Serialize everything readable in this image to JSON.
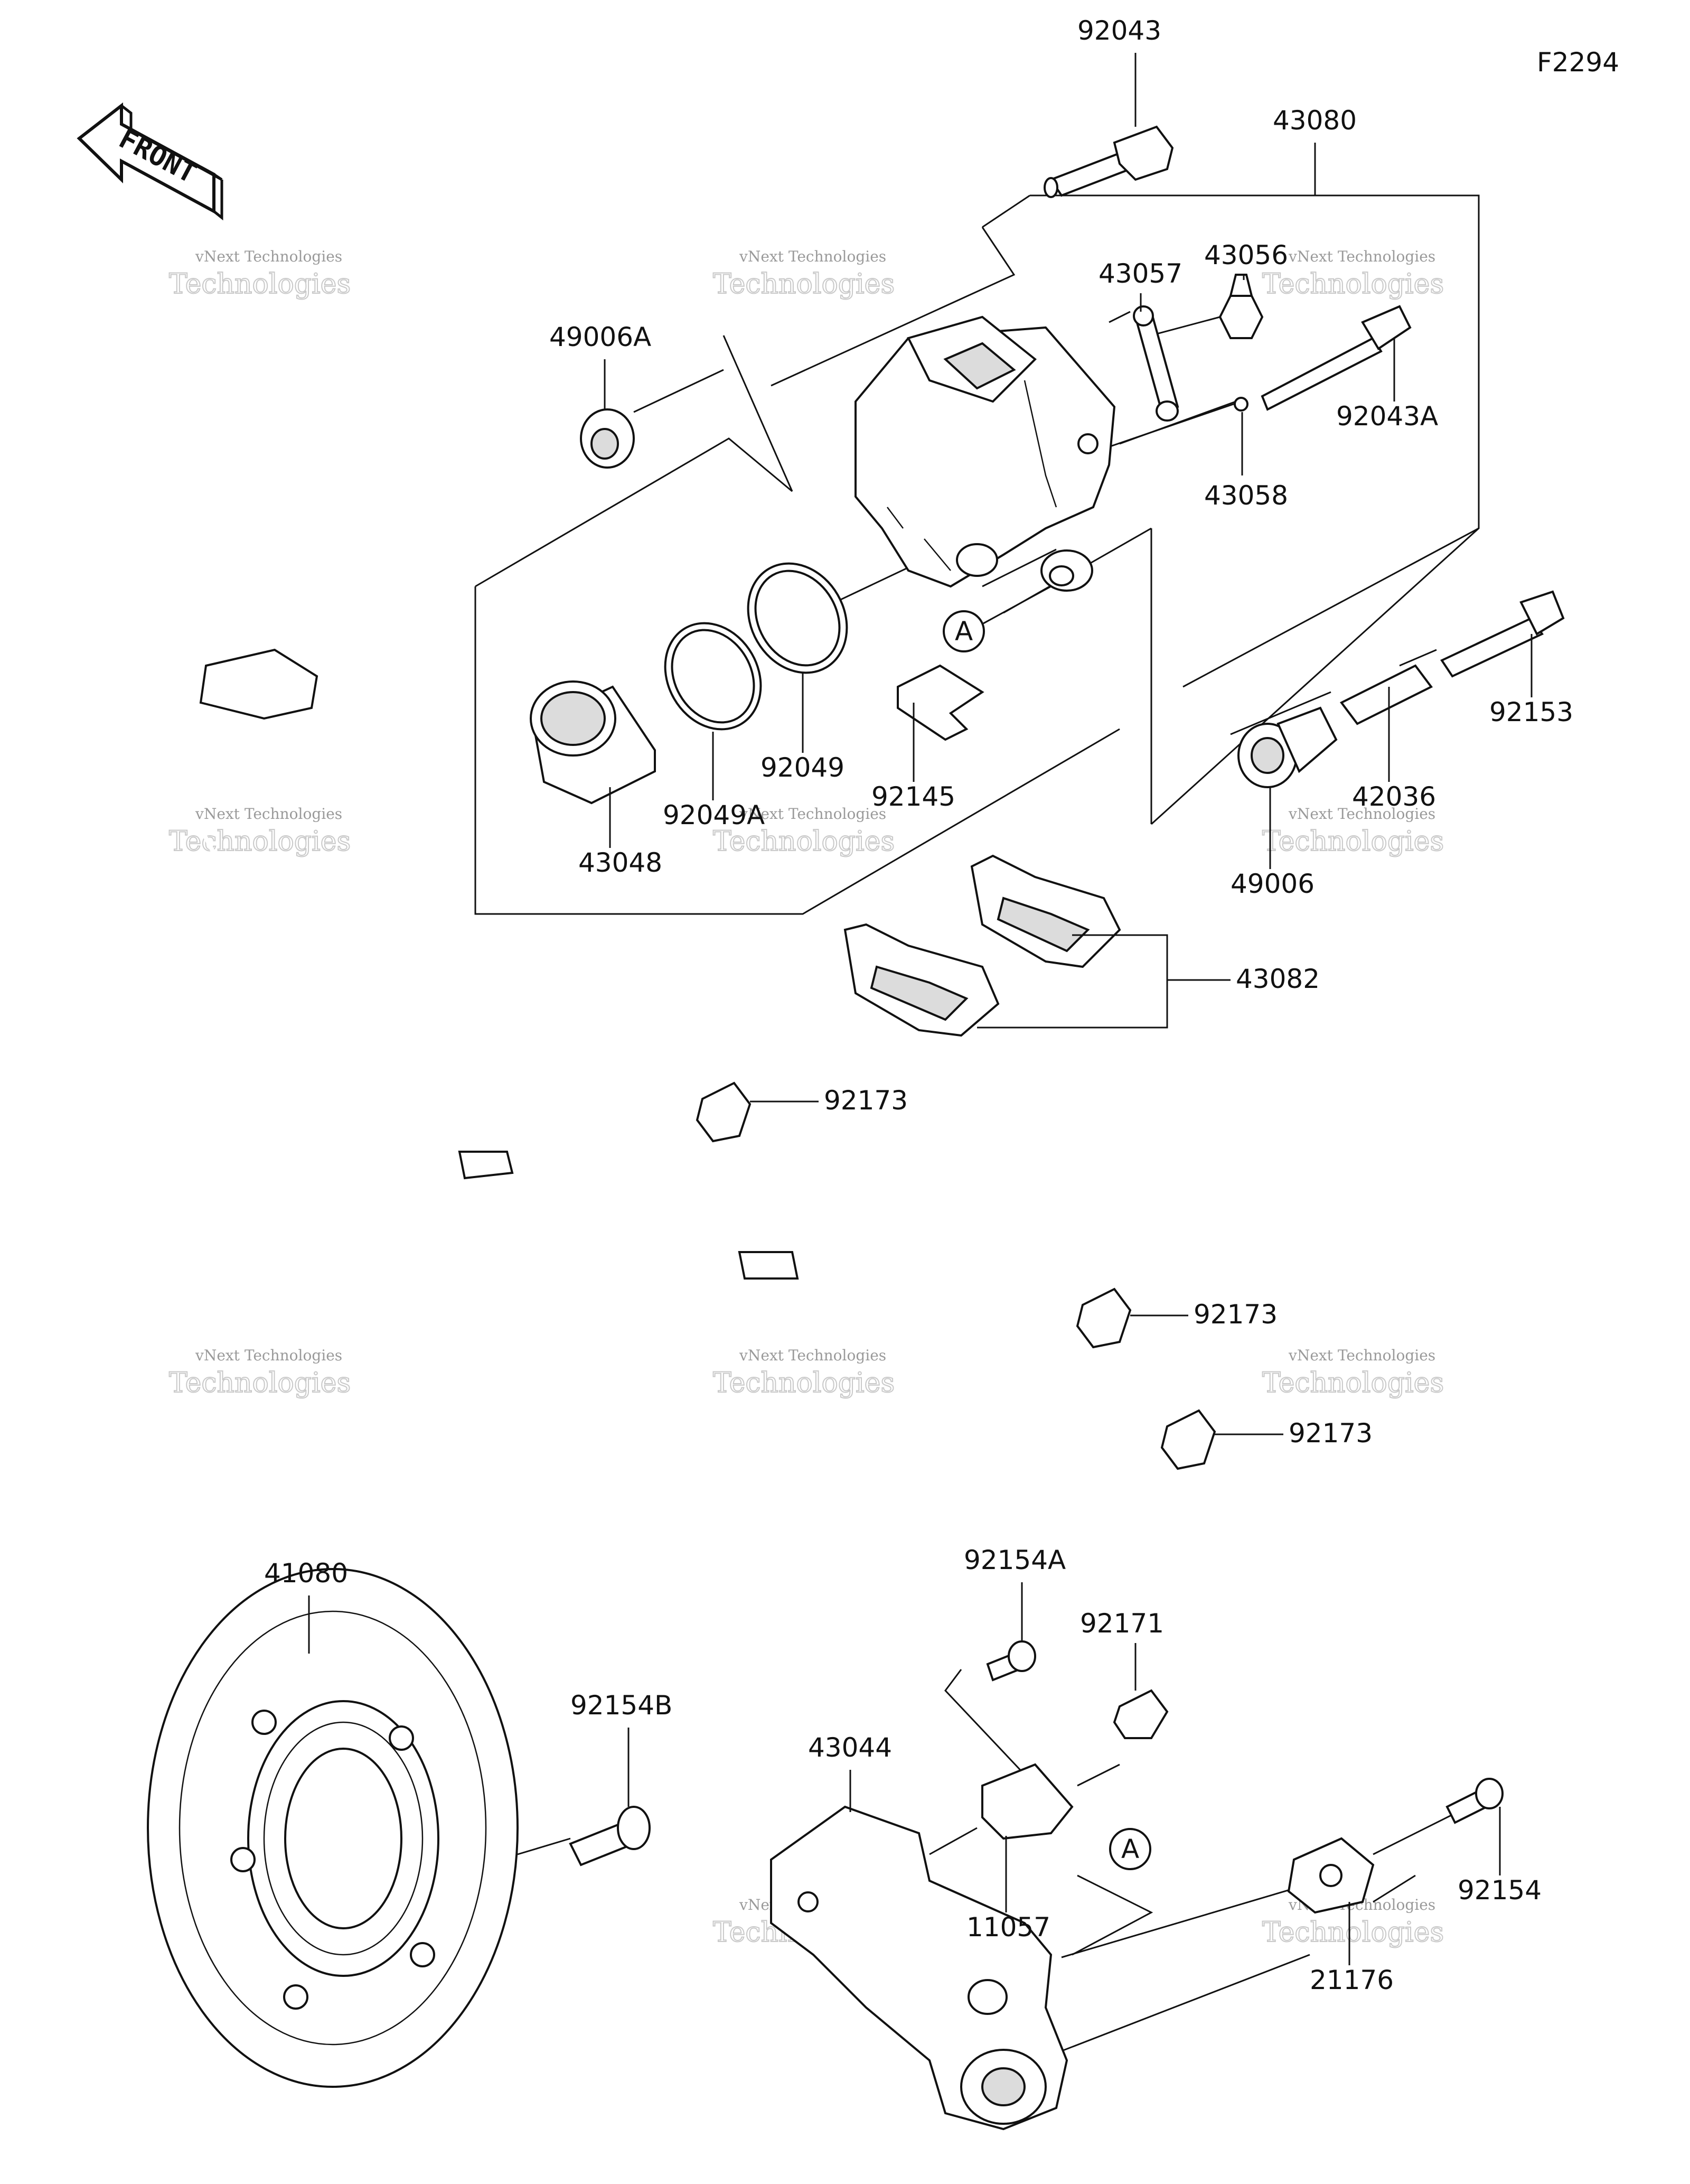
{
  "diagram": {
    "figure_code": "F2294",
    "front_label": "FRONT",
    "watermark": {
      "line1": "vNext Technologies",
      "line2": "Technologies"
    },
    "reference_mark": "A",
    "parts": [
      {
        "id": "p92043",
        "number": "92043"
      },
      {
        "id": "p43080",
        "number": "43080"
      },
      {
        "id": "p43057",
        "number": "43057"
      },
      {
        "id": "p43056",
        "number": "43056"
      },
      {
        "id": "p49006A",
        "number": "49006A"
      },
      {
        "id": "p92043A",
        "number": "92043A"
      },
      {
        "id": "p43058",
        "number": "43058"
      },
      {
        "id": "p92153",
        "number": "92153"
      },
      {
        "id": "p92049",
        "number": "92049"
      },
      {
        "id": "p92049A",
        "number": "92049A"
      },
      {
        "id": "p92145",
        "number": "92145"
      },
      {
        "id": "p42036",
        "number": "42036"
      },
      {
        "id": "p43048",
        "number": "43048"
      },
      {
        "id": "p49006",
        "number": "49006"
      },
      {
        "id": "p43082",
        "number": "43082"
      },
      {
        "id": "p92173a",
        "number": "92173"
      },
      {
        "id": "p92173b",
        "number": "92173"
      },
      {
        "id": "p92173c",
        "number": "92173"
      },
      {
        "id": "p92154A",
        "number": "92154A"
      },
      {
        "id": "p92171",
        "number": "92171"
      },
      {
        "id": "p41080",
        "number": "41080"
      },
      {
        "id": "p92154B",
        "number": "92154B"
      },
      {
        "id": "p43044",
        "number": "43044"
      },
      {
        "id": "p11057",
        "number": "11057"
      },
      {
        "id": "p92154",
        "number": "92154"
      },
      {
        "id": "p21176",
        "number": "21176"
      }
    ]
  }
}
